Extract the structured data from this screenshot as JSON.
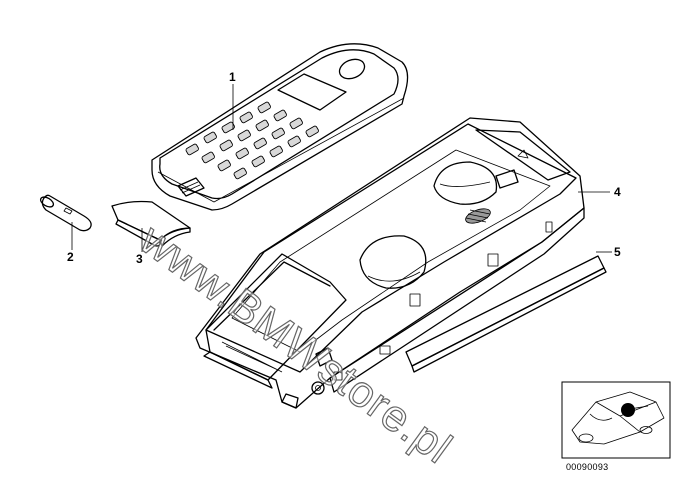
{
  "callouts": {
    "c1": "1",
    "c2": "2",
    "c3": "3",
    "c4": "4",
    "c5": "5"
  },
  "document_number": "00090093",
  "watermark_text": "www.BMWstore.pl",
  "colors": {
    "line": "#000000",
    "key_fill": "#d8d8d8",
    "screen_fill": "#c8c8c8",
    "shade": "#9a9a9a",
    "background": "#ffffff"
  }
}
